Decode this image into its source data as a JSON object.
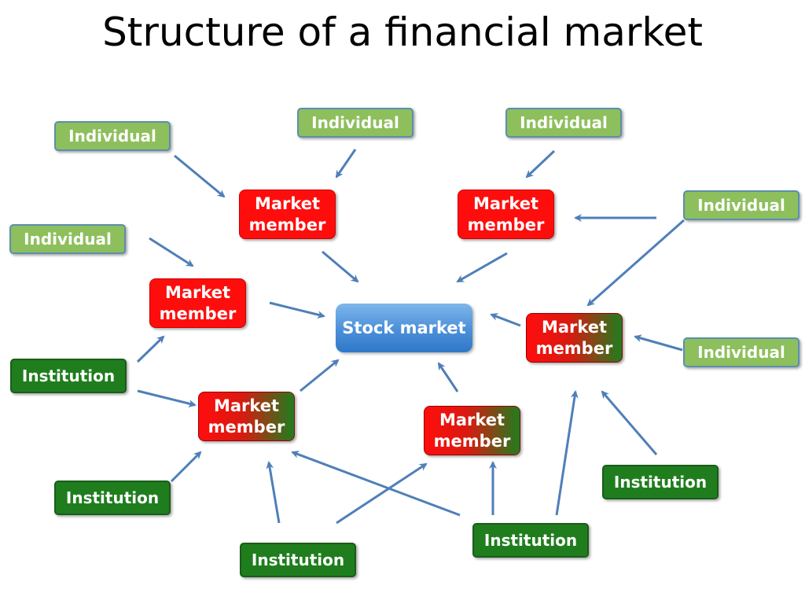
{
  "title": "Structure of a financial market",
  "colors": {
    "individual": "#8dbf5c",
    "institution": "#1f7d1e",
    "market_member": "#ff0d0d",
    "stock_market": "#4a8fd8",
    "arrow": "#4f7fb8"
  },
  "nodes": {
    "stock_market": "Stock market",
    "market_member_label": "Market member",
    "individual_label": "Individual",
    "institution_label": "Institution"
  }
}
